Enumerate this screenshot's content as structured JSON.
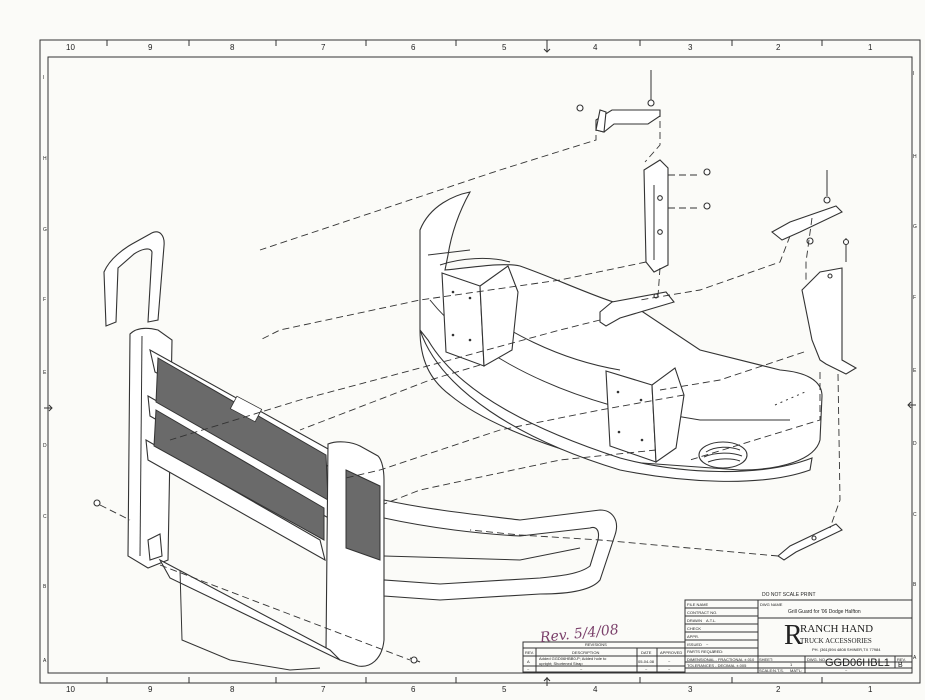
{
  "border": {
    "columns": [
      "10",
      "9",
      "8",
      "7",
      "6",
      "5",
      "4",
      "3",
      "2",
      "1"
    ],
    "rows": [
      "H",
      "G",
      "F",
      "E",
      "D",
      "C",
      "B",
      "A"
    ],
    "side_marks": [
      "I",
      "I"
    ]
  },
  "notice": "DO NOT SCALE PRINT",
  "title_block": {
    "file_name_label": "FILE NAME",
    "contract_no_label": "CONTRACT NO.",
    "drawn_label": "DRAWN",
    "drawn_value": "A.T.L.",
    "check_label": "CHECK",
    "appr_label": "APPR.",
    "issued_label": "ISSUED",
    "issued_value": "~",
    "dwg_name_label": "DWG NAME",
    "dwg_name": "Grill Guard for '06 Dodge Halfton",
    "company_name_line1": "RANCH HAND",
    "company_name_line2": "TRUCK ACCESSORIES",
    "company_contact": "PH. (361)594 4808 SHINER,TX 77984",
    "parts_required_label": "PARTS REQUIRED:",
    "parts_required_value": "1",
    "tol_fractional": "DIMENSIONAL - FRACTIONAL  ±.010",
    "tol_decimal": "TOLERANCES - DECIMAL  ±.005",
    "sheet_label": "SHEET:",
    "sheet_value": "1",
    "dwg_no_label": "DWG. NO.",
    "dwg_no": "GGD06HBL1",
    "rev_label": "REV.",
    "rev_value": "B",
    "scale_label": "SCALE:",
    "scale_value": "N.T.S.",
    "matl_label": "MAT'L:",
    "matl_value": "~"
  },
  "revisions": {
    "title": "REVISIONS",
    "headers": [
      "REV.",
      "DESCRIPTION",
      "DATE",
      "APPROVED"
    ],
    "rows": [
      {
        "rev": "A",
        "description_line1": "Added GGD06HBB0-P; Added hole to",
        "description_line2": "upright; Shortened Strap",
        "date": "05-04-08",
        "approved": "~"
      },
      {
        "rev": "~",
        "description_line1": "~",
        "description_line2": "",
        "date": "~",
        "approved": "~"
      }
    ]
  },
  "handwritten_note": "Rev. 5/4/08",
  "colors": {
    "paper": "#fbfbf8",
    "ink": "#333333",
    "mesh": "#6a6a6a"
  }
}
